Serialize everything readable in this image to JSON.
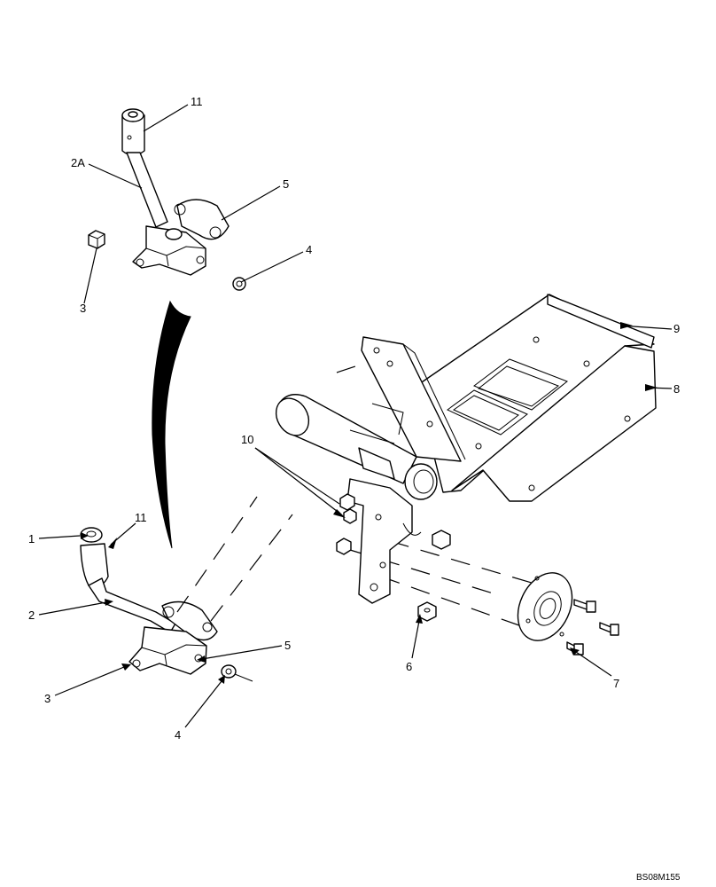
{
  "diagram": {
    "drawing_code": "BS08M155",
    "callouts": [
      {
        "id": "c-11-top",
        "label": "11"
      },
      {
        "id": "c-2a",
        "label": "2A"
      },
      {
        "id": "c-5-top",
        "label": "5"
      },
      {
        "id": "c-4-top",
        "label": "4"
      },
      {
        "id": "c-3-top",
        "label": "3"
      },
      {
        "id": "c-9",
        "label": "9"
      },
      {
        "id": "c-8",
        "label": "8"
      },
      {
        "id": "c-10",
        "label": "10"
      },
      {
        "id": "c-11-bot",
        "label": "11"
      },
      {
        "id": "c-1",
        "label": "1"
      },
      {
        "id": "c-2",
        "label": "2"
      },
      {
        "id": "c-5-bot",
        "label": "5"
      },
      {
        "id": "c-3-bot",
        "label": "3"
      },
      {
        "id": "c-4-bot",
        "label": "4"
      },
      {
        "id": "c-6",
        "label": "6"
      },
      {
        "id": "c-7",
        "label": "7"
      }
    ]
  }
}
